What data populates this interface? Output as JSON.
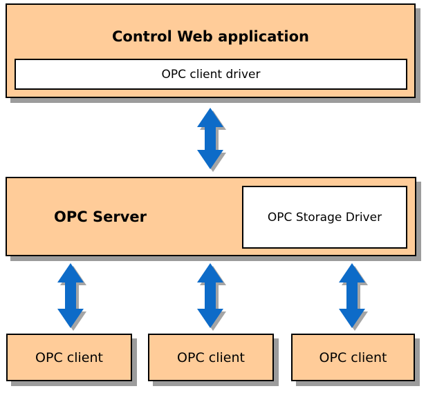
{
  "diagram": {
    "top_box": {
      "title": "Control Web application",
      "inner_label": "OPC client driver"
    },
    "middle_box": {
      "title": "OPC Server",
      "inner_label": "OPC Storage Driver"
    },
    "clients": [
      {
        "label": "OPC client"
      },
      {
        "label": "OPC client"
      },
      {
        "label": "OPC client"
      }
    ],
    "arrows": {
      "type": "bidirectional-vertical",
      "count": 4
    },
    "colors": {
      "box_fill": "#FFCC99",
      "box_border": "#000000",
      "box_shadow": "#9C9C9C",
      "arrow_fill": "#0D6BC8",
      "arrow_shadow": "#A5A5A5",
      "background": "#FFFFFF",
      "text": "#000000"
    }
  }
}
